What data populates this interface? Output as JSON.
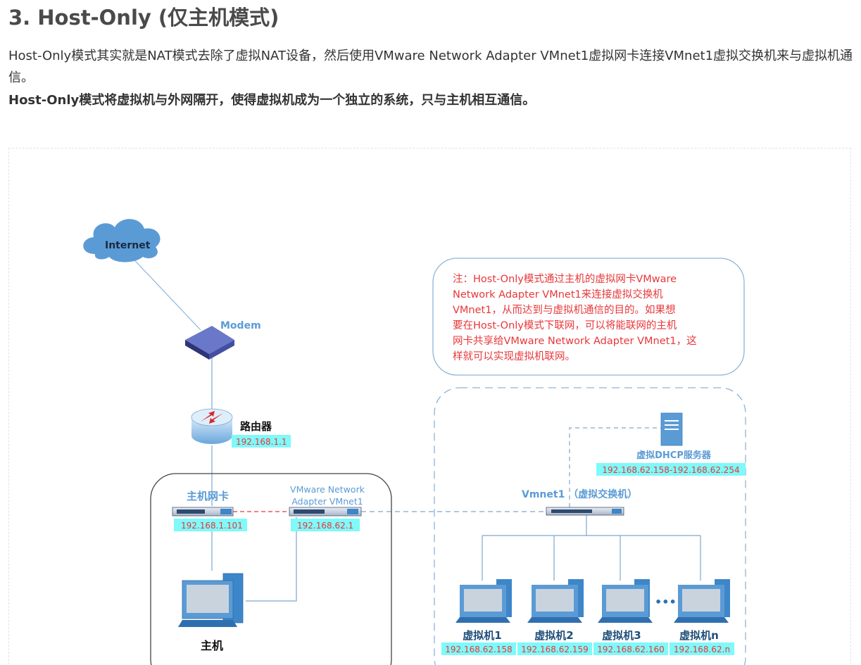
{
  "heading": "3. Host-Only (仅主机模式)",
  "intro": "Host-Only模式其实就是NAT模式去除了虚拟NAT设备，然后使用VMware Network Adapter VMnet1虚拟网卡连接VMnet1虚拟交换机来与虚拟机通信。",
  "emphasis": "Host-Only模式将虚拟机与外网隔开，使得虚拟机成为一个独立的系统，只与主机相互通信。",
  "diagram": {
    "internet": "Internet",
    "modem": "Modem",
    "router": {
      "label": "路由器",
      "ip": "192.168.1.1"
    },
    "host_nic": {
      "label": "主机网卡",
      "ip": "192.168.1.101"
    },
    "vmnet1_adapter": {
      "label_line1": "VMware Network",
      "label_line2": "Adapter VMnet1",
      "ip": "192.168.62.1"
    },
    "host": "主机",
    "note": {
      "lines": [
        "注：Host-Only模式通过主机的虚拟网卡VMware",
        "Network Adapter VMnet1来连接虚拟交换机",
        "VMnet1，从而达到与虚拟机通信的目的。如果想",
        "要在Host-Only模式下联网，可以将能联网的主机",
        "网卡共享给VMware Network Adapter VMnet1，这",
        "样就可以实现虚拟机联网。"
      ]
    },
    "dhcp": {
      "label": "虚拟DHCP服务器",
      "range": "192.168.62.158-192.168.62.254"
    },
    "vswitch": "Vmnet1 （虚拟交换机）",
    "ellipsis": "•••",
    "vms": [
      {
        "name": "虚拟机1",
        "ip": "192.168.62.158"
      },
      {
        "name": "虚拟机2",
        "ip": "192.168.62.159"
      },
      {
        "name": "虚拟机3",
        "ip": "192.168.62.160"
      },
      {
        "name": "虚拟机n",
        "ip": "192.168.62.n"
      }
    ],
    "colors": {
      "accent_blue": "#5b9bd5",
      "ip_highlight": "#7ff9f9",
      "ip_text": "#e8373a",
      "note_text": "#e8373a",
      "link_line": "#7fa7cc"
    }
  }
}
